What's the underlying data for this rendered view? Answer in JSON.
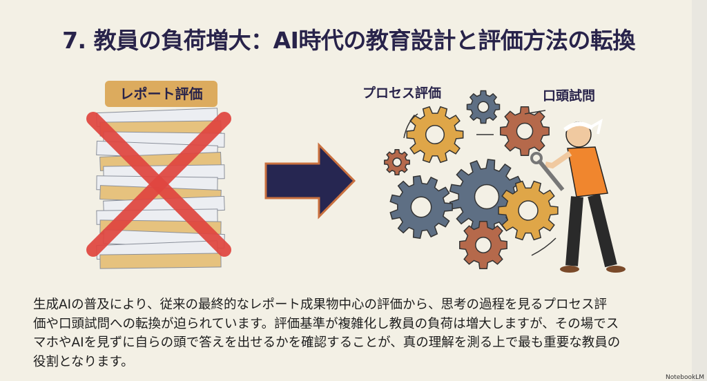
{
  "title": "7. 教員の負荷増大：AI時代の教育設計と評価方法の転換",
  "left_panel": {
    "label": "レポート評価",
    "icon": "crossed-out-paper-stack"
  },
  "arrow": {
    "icon": "right-arrow",
    "color": "#262651"
  },
  "right_panel": {
    "label_process": "プロセス評価",
    "label_oral": "口頭試問",
    "icon": "gears-and-person-with-wrench"
  },
  "body_lines": [
    "生成AIの普及により、従来の最終的なレポート成果物中心の評価から、思考の過程を見るプロセス評",
    "価や口頭試問への転換が迫られています。評価基準が複雑化し教員の負荷は増大しますが、その場でス",
    "マホやAIを見ずに自らの頭で答えを出せるかを確認することが、真の理解を測る上で最も重要な教員の",
    "役割となります。"
  ],
  "watermark": "NotebookLM",
  "colors": {
    "title": "#28234a",
    "background": "#f3f0e5",
    "cross": "#e0453f",
    "gear_orange": "#dfa648",
    "gear_blue": "#5e6f84",
    "gear_rust": "#b5694b",
    "label_bg": "#dcab5e"
  }
}
